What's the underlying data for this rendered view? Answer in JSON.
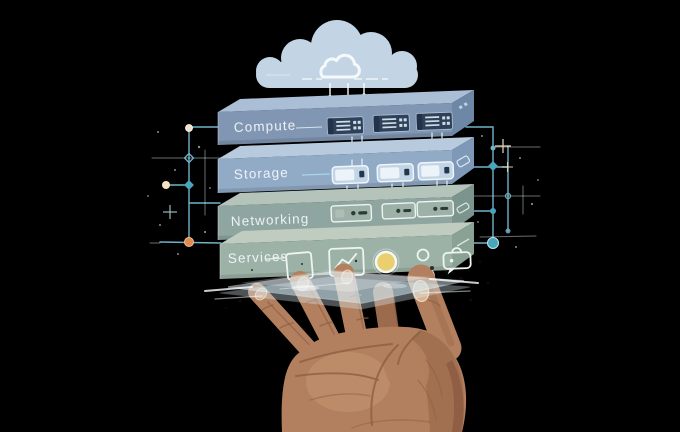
{
  "scene": {
    "description": "Hand holding a levitating cloud-infrastructure stack",
    "layers": [
      {
        "label": "Compute",
        "modules": "server-unit",
        "module_count": 3
      },
      {
        "label": "Storage",
        "modules": "storage-drive",
        "module_count": 3
      },
      {
        "label": "Networking",
        "modules": "router-unit",
        "module_count": 3
      },
      {
        "label": "Services",
        "icons": [
          "display-icon",
          "analytics-chart-icon",
          "status-light-icon",
          "user-icon",
          "secure-chat-icon"
        ]
      }
    ]
  },
  "colors": {
    "bg": "#000000",
    "cloud": "#c3d5e4",
    "cloud-inner": "#f5f9fc",
    "compute-front": "#8096b3",
    "compute-top": "#aabfd6",
    "compute-side": "#6d88a6",
    "storage-front": "#91aac6",
    "storage-top": "#b7cade",
    "storage-side": "#7e99b8",
    "networking-front": "#8fa5a0",
    "networking-top": "#b5c4bb",
    "networking-side": "#7c948e",
    "services-front": "#9cb2a6",
    "services-top": "#bfccbf",
    "services-side": "#8aa195",
    "module-dark": "#2e4158",
    "module-light": "#cfdde9",
    "circuit": "#6fb3c8",
    "node-teal": "#49a5bc",
    "node-orange": "#e08a4e",
    "node-cream": "#f2e3c5",
    "connector-orange": "#e8a96a",
    "status-yellow": "#e9cf6e",
    "icon-stroke": "#eef4ee",
    "label-text": "#f2f6fa",
    "skin-base": "#b3805f",
    "skin-light": "#c89973",
    "skin-shadow": "#9c6b4d",
    "skin-deep": "#82513a",
    "skin-crease": "#8f5f43",
    "nail": "#d2a887",
    "glass": "#d7eef8",
    "glass-edge": "#eef8fb"
  }
}
